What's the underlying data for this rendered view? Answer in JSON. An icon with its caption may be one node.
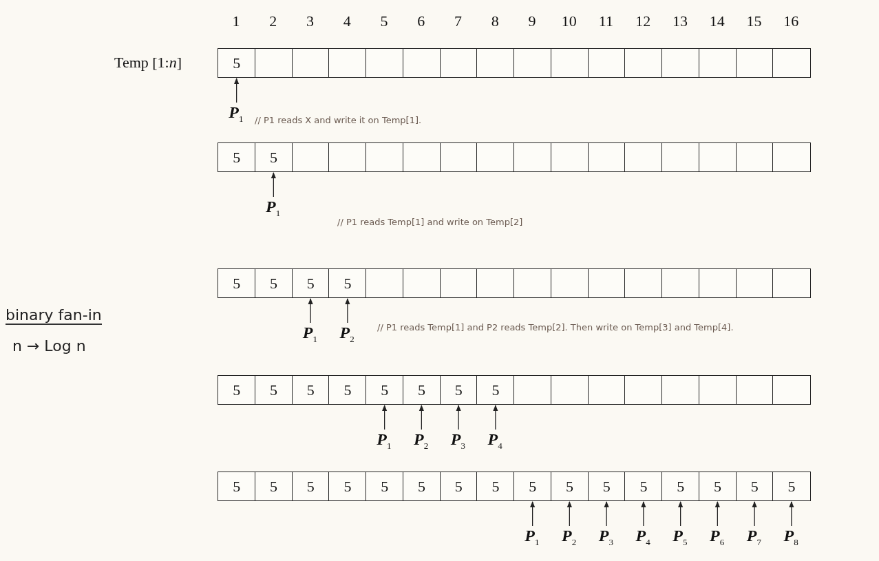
{
  "diagram": {
    "nodes": [
      {
        "text": [
          "5"
        ]
      },
      {
        "text": [],
        "shape": "box"
      },
      {
        "text": [],
        "shape": "box"
      },
      {
        "text": [],
        "shape": "box"
      },
      {
        "text": [],
        "shape": "box"
      },
      {
        "text": [],
        "shape": "box"
      },
      {
        "text": [],
        "shape": "box"
      },
      {
        "text": [],
        "shape": "box"
      },
      {
        "text": [],
        "shape": "box"
      },
      {
        "text": [],
        "shape": "box"
      },
      {
        "text": [],
        "shape": "box"
      },
      {
        "text": [],
        "shape": "box"
      },
      {
        "text": [],
        "shape": "box"
      },
      {
        "text": [],
        "shape": "box"
      },
      {
        "text": [],
        "shape": "box"
      },
      {
        "text": [],
        "shape": "box"
      },
      {
        "text": [
          "P$_{1}$"
        ]
      },
      {
        "text": [
          "5"
        ]
      },
      {
        "text": [
          "5"
        ]
      },
      {
        "text": [],
        "shape": "box"
      },
      {
        "text": [],
        "shape": "box"
      },
      {
        "text": [],
        "shape": "box"
      },
      {
        "text": [],
        "shape": "box"
      },
      {
        "text": [],
        "shape": "box"
      },
      {
        "text": [],
        "shape": "box"
      },
      {
        "text": [],
        "shape": "box"
      },
      {
        "text": [],
        "shape": "box"
      },
      {
        "text": [],
        "shape": "box"
      },
      {
        "text": [],
        "shape": "box"
      },
      {
        "text": [],
        "shape": "box"
      },
      {
        "text": [],
        "shape": "box"
      },
      {
        "text": [],
        "shape": "box"
      },
      {
        "text": [],
        "shape": "box"
      },
      {
        "text": [
          "P$_{1}$"
        ]
      },
      {
        "text": [
          "5"
        ]
      },
      {
        "text": [
          "5"
        ]
      },
      {
        "text": [
          "5"
        ]
      },
      {
        "text": [
          "5"
        ]
      },
      {
        "text": [],
        "shape": "box"
      },
      {
        "text": [],
        "shape": "box"
      },
      {
        "text": [],
        "shape": "box"
      },
      {
        "text": [],
        "shape": "box"
      },
      {
        "text": [],
        "shape": "box"
      },
      {
        "text": [],
        "shape": "box"
      },
      {
        "text": [],
        "shape": "box"
      },
      {
        "text": [],
        "shape": "box"
      },
      {
        "text": [],
        "shape": "box"
      },
      {
        "text": [],
        "shape": "box"
      },
      {
        "text": [],
        "shape": "box"
      },
      {
        "text": [],
        "shape": "box"
      },
      {
        "text": [
          "P$_{1}$"
        ]
      },
      {
        "text": [
          "P$_{2}$"
        ]
      },
      {
        "text": [
          "5"
        ]
      },
      {
        "text": [
          "5"
        ]
      },
      {
        "text": [
          "5"
        ]
      },
      {
        "text": [
          "5"
        ]
      },
      {
        "text": [
          "5"
        ]
      },
      {
        "text": [
          "5"
        ]
      },
      {
        "text": [
          "5"
        ]
      },
      {
        "text": [
          "5"
        ]
      },
      {
        "text": [],
        "shape": "box"
      },
      {
        "text": [],
        "shape": "box"
      },
      {
        "text": [],
        "shape": "box"
      },
      {
        "text": [],
        "shape": "box"
      },
      {
        "text": [],
        "shape": "box"
      },
      {
        "text": [],
        "shape": "box"
      },
      {
        "text": [],
        "shape": "box"
      },
      {
        "text": [],
        "shape": "box"
      },
      {
        "text": [
          "P$_{1}$"
        ]
      },
      {
        "text": [
          "P$_{2}$"
        ]
      },
      {
        "text": [
          "P$_{3}$"
        ]
      },
      {
        "text": [
          "P$_{4}$"
        ]
      },
      {
        "text": [
          "5"
        ]
      },
      {
        "text": [
          "5"
        ]
      },
      {
        "text": [
          "5"
        ]
      },
      {
        "text": [
          "5"
        ]
      },
      {
        "text": [
          "5"
        ]
      },
      {
        "text": [
          "5"
        ]
      },
      {
        "text": [
          "5"
        ]
      },
      {
        "text": [
          "5"
        ]
      },
      {
        "text": [
          "5"
        ]
      },
      {
        "text": [
          "5"
        ]
      },
      {
        "text": [
          "5"
        ]
      },
      {
        "text": [
          "5"
        ]
      },
      {
        "text": [
          "5"
        ]
      },
      {
        "text": [
          "5"
        ]
      },
      {
        "text": [
          "5"
        ]
      },
      {
        "text": [
          "5"
        ]
      },
      {
        "text": [
          "P$_{1}$"
        ]
      },
      {
        "text": [
          "P$_{2}$"
        ]
      },
      {
        "text": [
          "P$_{3}$"
        ]
      },
      {
        "text": [
          "P$_{4}$"
        ]
      },
      {
        "text": [
          "P$_{5}$"
        ]
      },
      {
        "text": [
          "P$_{6}$"
        ]
      },
      {
        "text": [
          "P$_{7}$"
        ]
      },
      {
        "text": [
          "P$_{8}$"
        ]
      }
    ],
    "edges": [
      {
        "from": 16,
        "to": 0,
        "arrow": "to"
      },
      {
        "from": 33,
        "to": 18,
        "arrow": "to"
      },
      {
        "from": 50,
        "to": 36,
        "arrow": "to"
      },
      {
        "from": 51,
        "to": 37,
        "arrow": "to"
      },
      {
        "from": 68,
        "to": 56,
        "arrow": "to"
      },
      {
        "from": 69,
        "to": 57,
        "arrow": "to"
      },
      {
        "from": 70,
        "to": 58,
        "arrow": "to"
      },
      {
        "from": 71,
        "to": 59,
        "arrow": "to"
      },
      {
        "from": 88,
        "to": 80,
        "arrow": "to"
      },
      {
        "from": 89,
        "to": 81,
        "arrow": "to"
      },
      {
        "from": 90,
        "to": 82,
        "arrow": "to"
      },
      {
        "from": 91,
        "to": 83,
        "arrow": "to"
      },
      {
        "from": 92,
        "to": 84,
        "arrow": "to"
      },
      {
        "from": 93,
        "to": 85,
        "arrow": "to"
      },
      {
        "from": 94,
        "to": 86,
        "arrow": "to"
      },
      {
        "from": 95,
        "to": 87,
        "arrow": "to"
      }
    ],
    "labels": [
      "1",
      "2",
      "3",
      "4",
      "5",
      "6",
      "7",
      "8",
      "9",
      "10",
      "11",
      "12",
      "13",
      "14",
      "15",
      "16",
      "Temp [1:*n*]",
      "// P1 reads X and write it on Temp[1].",
      "// P1 reads Temp[1] and write on Temp[2]",
      "binary fan-in",
      "n → Log n",
      "// P1 reads Temp[1] and P2 reads Temp[2]. Then write on Temp[3] and Temp[4]."
    ]
  }
}
